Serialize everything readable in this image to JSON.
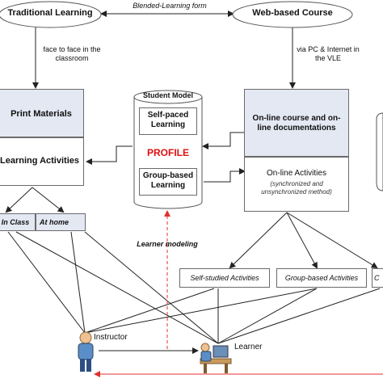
{
  "nodes": {
    "traditional_learning": "Traditional Learning",
    "web_based_course": "Web-based Course",
    "blended_learning_form": "Blended-Learning form",
    "face_to_face": "face to face in the classroom",
    "via_pc": "via PC & Internet in the VLE",
    "print_materials": "Print Materials",
    "learning_activities": "Learning Activities",
    "student_model": "Student Model",
    "self_paced": "Self-paced Learning",
    "profile": "PROFILE",
    "group_based_learning": "Group-based Learning",
    "online_course": "On-line course and on-line documentations",
    "online_activities": "On-line Activities",
    "online_activities_sub": "(synchronized and unsynchronized method)",
    "in_class": "In Class",
    "at_home": "At home",
    "learner_modeling": "Learner modeling",
    "self_studied": "Self-studied Activities",
    "group_based_activities": "Group-based Activities",
    "truncated_activity": "C",
    "instructor": "Instructor",
    "learner": "Learner"
  },
  "colors": {
    "box_fill": "#e3e8f3",
    "border": "#6a6a6a",
    "profile": "#e01010",
    "red_line": "#e03030"
  }
}
